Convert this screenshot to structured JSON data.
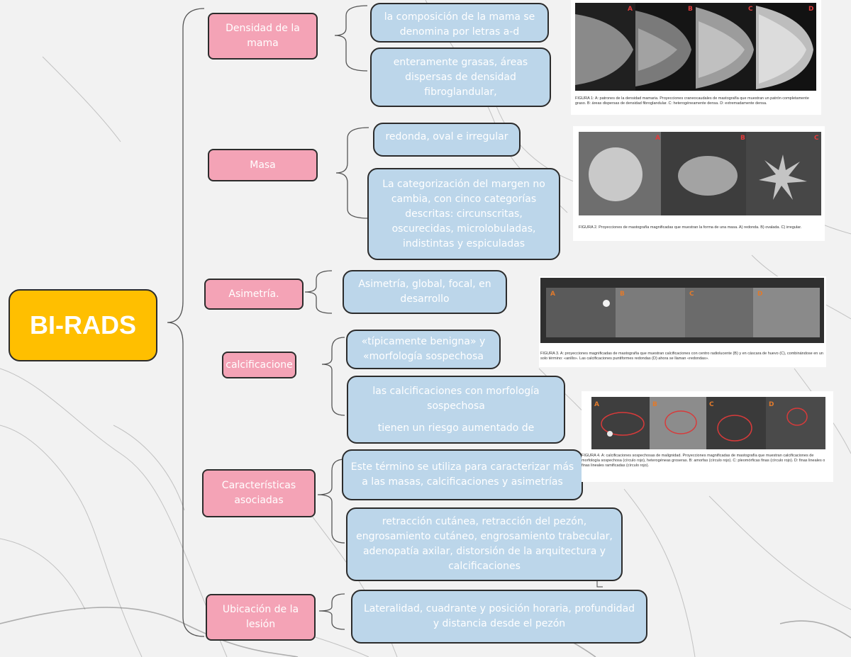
{
  "title": "BI-RADS",
  "branches": [
    {
      "label": "Densidad de la mama",
      "details": [
        "la composición de la mama se denomina por letras a-d",
        "enteramente grasas, áreas dispersas de densidad fibroglandular,"
      ],
      "figure": {
        "panel_letters": [
          "A",
          "B",
          "C",
          "D"
        ],
        "caption": "FIGURA 1: A: patrones de la densidad mamaria. Proyecciones craneocaudales de mastografía que muestran un patrón completamente graso. B: áreas dispersas de densidad fibroglandular. C: heterogéneamente densa. D: extremadamente densa."
      }
    },
    {
      "label": "Masa",
      "details": [
        "redonda, oval e irregular",
        "La categorización del margen no cambia, con cinco categorías descritas: circunscritas, oscurecidas, microlobuladas, indistintas y espiculadas"
      ],
      "figure": {
        "panel_letters": [
          "A",
          "B",
          "C"
        ],
        "caption": "FIGURA 2. Proyecciones de mastografía magnificadas que muestran la forma de una masa. A) redonda. B) ovalada. C) irregular."
      }
    },
    {
      "label": "Asimetría.",
      "details": [
        "Asimetría, global, focal, en desarrollo"
      ],
      "figure": {
        "panel_letters": [
          "A",
          "B",
          "C",
          "D"
        ],
        "caption": "FIGURA 3. A: proyecciones magnificadas de mastografía que muestran calcificaciones con centro radiolucente (B) y en cáscara de huevo (C), combinándose en un solo término: «anillo». Las calcificaciones puntiformes redondas (D) ahora se llaman «redondas»."
      }
    },
    {
      "label": "calcificacione",
      "details": [
        "«típicamente benigna» y «morfología sospechosa",
        "las calcificaciones con morfología sospechosa",
        "tienen un riesgo aumentado de"
      ],
      "figure": {
        "panel_letters": [
          "A",
          "B",
          "C",
          "D"
        ],
        "caption": "FIGURA 4. A: calcificaciones sospechosas de malignidad. Proyecciones magnificadas de mastografía que muestran calcificaciones de morfología sospechosa (círculo rojo), heterogéneas groseras. B: amorfas (círculo rojo). C: pleomórficas finas (círculo rojo). D: finas lineales o finas lineales ramificadas (círculo rojo)."
      }
    },
    {
      "label": "Características asociadas",
      "details": [
        "Este término se utiliza para caracterizar más a las masas, calcificaciones y asimetrías",
        "retracción cutánea, retracción del pezón, engrosamiento cutáneo, engrosamiento trabecular, adenopatía axilar, distorsión de la arquitectura y calcificaciones"
      ]
    },
    {
      "label": "Ubicación de la lesión",
      "details": [
        "Lateralidad, cuadrante y posición horaria, profundidad y distancia desde el pezón"
      ]
    }
  ],
  "colors": {
    "title_fill": "#ffbf00",
    "branch_fill": "#f4a3b6",
    "detail_fill": "#bcd6ea",
    "outline": "#2c2c2c"
  }
}
